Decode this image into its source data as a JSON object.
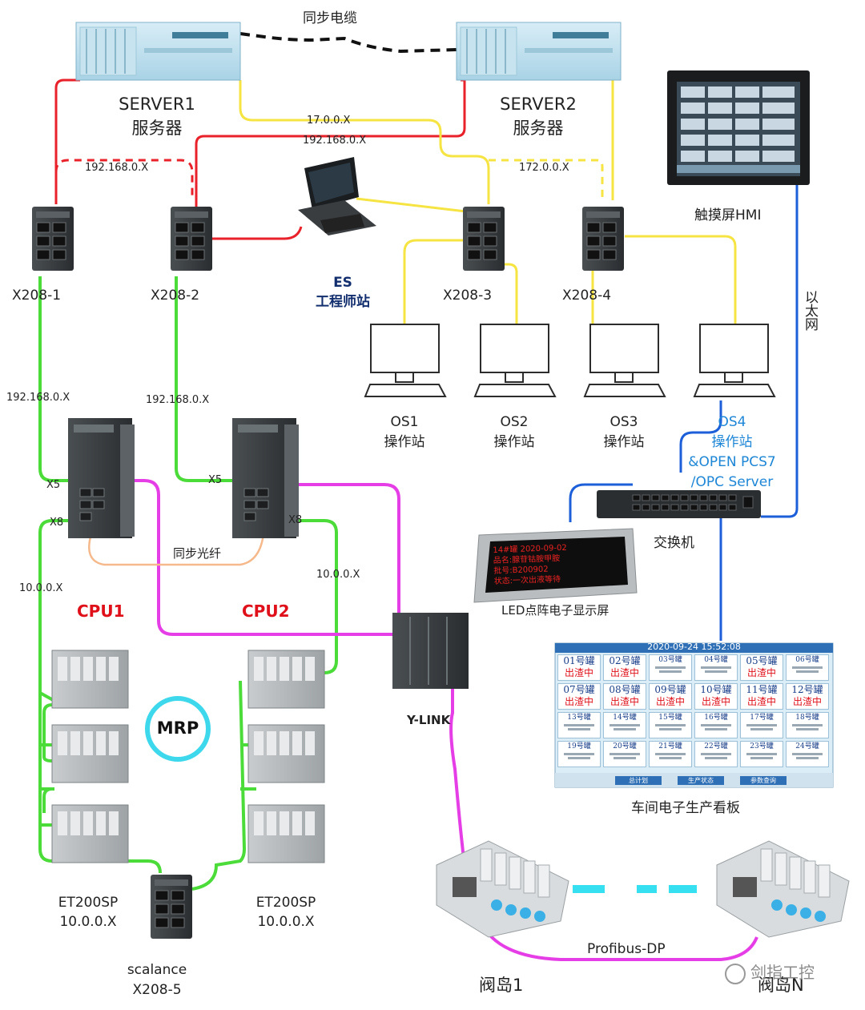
{
  "labels": {
    "sync_cable": "同步电缆",
    "server1": "SERVER1",
    "server1_cn": "服务器",
    "server2": "SERVER2",
    "server2_cn": "服务器",
    "ip_17": "17.0.0.X",
    "ip_192_a": "192.168.0.X",
    "ip_192_b": "192.168.0.X",
    "ip_172": "172.0.0.X",
    "hmi": "触摸屏HMI",
    "ethernet": "以太网",
    "x208_1": "X208-1",
    "x208_2": "X208-2",
    "x208_3": "X208-3",
    "x208_4": "X208-4",
    "es": "ES",
    "es_cn": "工程师站",
    "ip_cpu1": "192.168.0.X",
    "ip_cpu2": "192.168.0.X",
    "os1": "OS1",
    "os1_cn": "操作站",
    "os2": "OS2",
    "os2_cn": "操作站",
    "os3": "OS3",
    "os3_cn": "操作站",
    "os4": "OS4",
    "os4_cn": "操作站",
    "os4_open": "&OPEN PCS7",
    "os4_opc": "/OPC Server",
    "switch": "交换机",
    "led_screen": "LED点阵电子显示屏",
    "port_x5_1": "X5",
    "port_x8_1": "X8",
    "port_x5_2": "X5",
    "port_x8_2": "X8",
    "sync_fiber": "同步光纤",
    "ip_10_left": "10.0.0.X",
    "ip_10_right": "10.0.0.X",
    "cpu1": "CPU1",
    "cpu2": "CPU2",
    "ylink": "Y-LINK",
    "mrp": "MRP",
    "et_left": "ET200SP",
    "et_left_ip": "10.0.0.X",
    "et_right": "ET200SP",
    "et_right_ip": "10.0.0.X",
    "scalance": "scalance",
    "scalance_model": "X208-5",
    "profibus": "Profibus-DP",
    "valve1": "阀岛1",
    "valven": "阀岛N",
    "board_title": "车间电子生产看板",
    "watermark": "剑指工控"
  },
  "led_lines": [
    "14#罐 2020-09-02",
    "品名:腺苷钴胺甲胺",
    "批号:B200902",
    "状态:一次出液等待"
  ],
  "board": {
    "datetime": "2020-09-24 15:52:08",
    "tanks_big": [
      {
        "name": "01号罐",
        "status": "出渣中"
      },
      {
        "name": "02号罐",
        "status": "出渣中"
      },
      {
        "name": "05号罐",
        "status": "出渣中"
      },
      {
        "name": "07号罐",
        "status": "出渣中"
      },
      {
        "name": "08号罐",
        "status": "出渣中"
      },
      {
        "name": "09号罐",
        "status": "出渣中"
      },
      {
        "name": "10号罐",
        "status": "出渣中"
      },
      {
        "name": "11号罐",
        "status": "出渣中"
      },
      {
        "name": "12号罐",
        "status": "出渣中"
      }
    ],
    "tanks_small": [
      "03号罐",
      "04号罐",
      "06号罐",
      "13号罐",
      "14号罐",
      "15号罐",
      "16号罐",
      "17号罐",
      "18号罐",
      "19号罐",
      "20号罐",
      "21号罐",
      "22号罐",
      "23号罐",
      "24号罐"
    ],
    "buttons": [
      "总计划",
      "生产状态",
      "参数查询"
    ]
  },
  "colors": {
    "ethernet_red": "#e8212a",
    "ethernet_yellow": "#f5e442",
    "ring_green": "#4cdc3a",
    "profinet_magenta": "#e63ee6",
    "ethernet_blue": "#1c5fd8",
    "cyan_dash": "#36e0f0",
    "label_red": "#e0101a",
    "label_blue": "#1d86d6"
  }
}
